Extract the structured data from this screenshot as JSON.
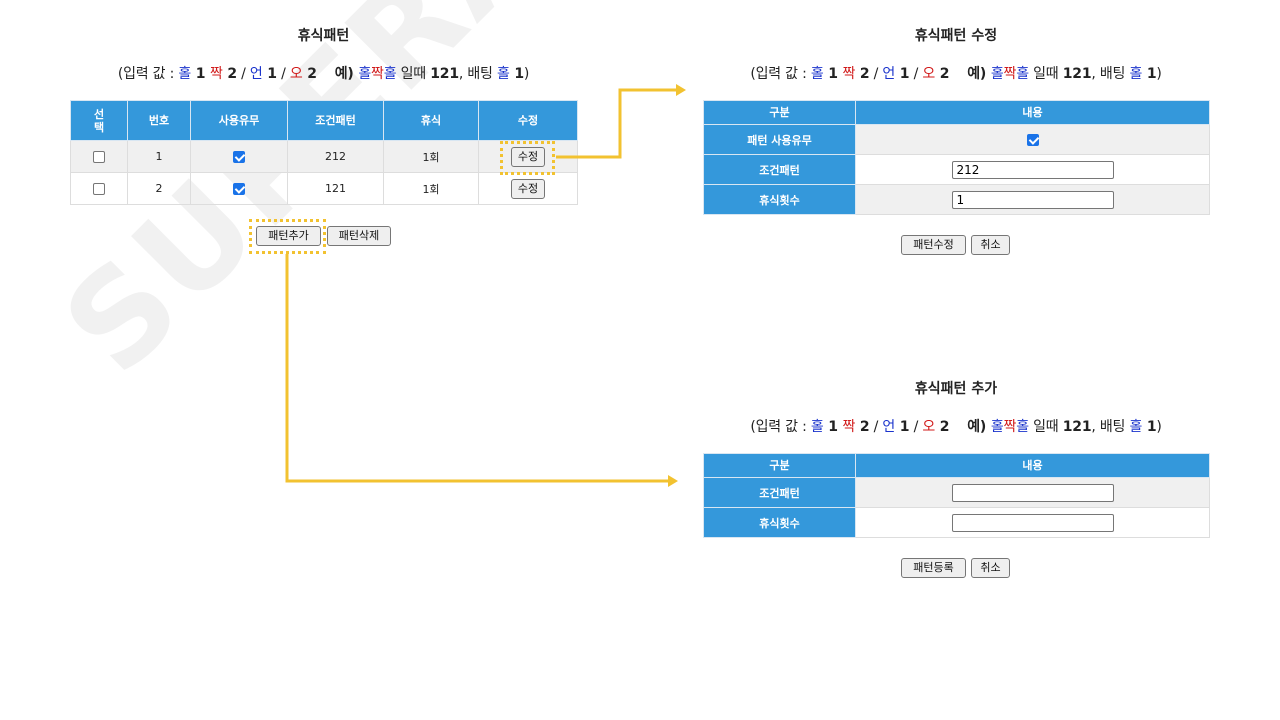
{
  "watermark": "SUPERAUTO",
  "hint": {
    "open": "(입력 값 : ",
    "hol": "홀",
    "one": " 1 ",
    "jjak": "짝",
    "two": " 2",
    "sep1": " / ",
    "eon": "언",
    "one2": " 1",
    "sep2": " / ",
    "o": "오",
    "two2": " 2",
    "ex": "예) ",
    "ex_hol1": "홀",
    "ex_jjak": "짝",
    "ex_hol2": "홀",
    "ex_when": " 일때 ",
    "ex_num": "121",
    "ex_bet": ", 배팅 ",
    "ex_hol3": "홀",
    "ex_one": " 1",
    "close": ")"
  },
  "list_panel": {
    "title": "휴식패턴",
    "headers": {
      "select": "선택",
      "number": "번호",
      "use": "사용유무",
      "pattern": "조건패턴",
      "rest": "휴식",
      "edit": "수정"
    },
    "rows": [
      {
        "checked": false,
        "number": "1",
        "use": true,
        "pattern": "212",
        "rest": "1회",
        "edit_label": "수정"
      },
      {
        "checked": false,
        "number": "2",
        "use": true,
        "pattern": "121",
        "rest": "1회",
        "edit_label": "수정"
      }
    ],
    "add_button": "패턴추가",
    "delete_button": "패턴삭제"
  },
  "edit_panel": {
    "title": "휴식패턴 수정",
    "header_label": "구분",
    "header_content": "내용",
    "row_use_label": "패턴 사용유무",
    "row_use_checked": true,
    "row_pattern_label": "조건패턴",
    "row_pattern_value": "212",
    "row_rest_label": "휴식횟수",
    "row_rest_value": "1",
    "submit_button": "패턴수정",
    "cancel_button": "취소"
  },
  "add_panel": {
    "title": "휴식패턴 추가",
    "header_label": "구분",
    "header_content": "내용",
    "row_pattern_label": "조건패턴",
    "row_pattern_value": "",
    "row_rest_label": "휴식횟수",
    "row_rest_value": "",
    "submit_button": "패턴등록",
    "cancel_button": "취소"
  },
  "colors": {
    "header_blue": "#3498db",
    "highlight_yellow": "#f2c230",
    "hint_blue": "#1a33cc",
    "hint_red": "#d11a1a"
  }
}
